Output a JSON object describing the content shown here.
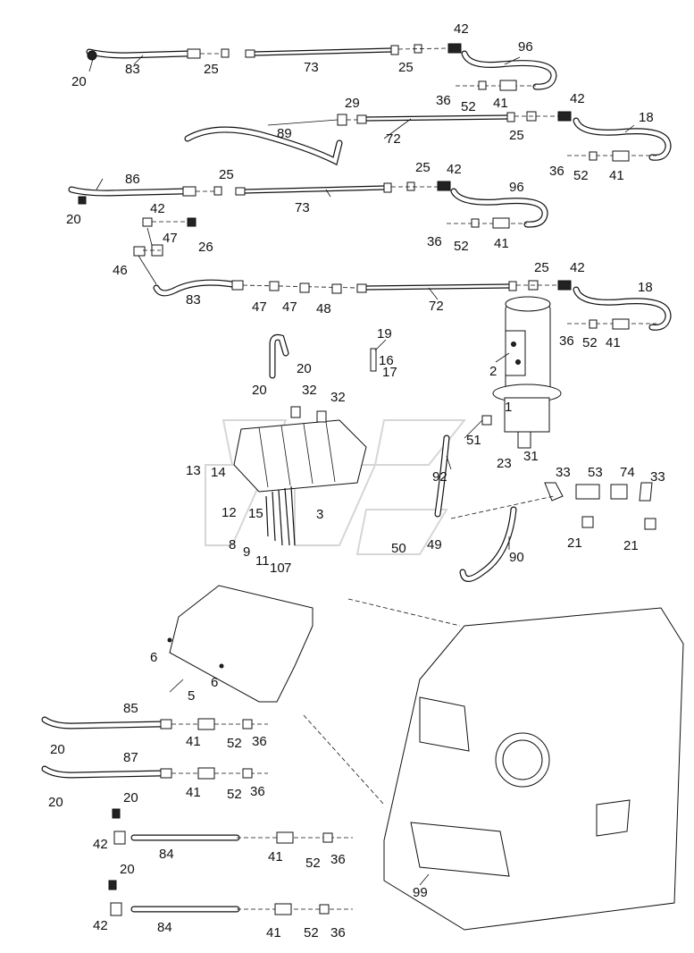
{
  "diagram": {
    "callouts": [
      {
        "id": "c1",
        "text": "42"
      },
      {
        "id": "c2",
        "text": "96"
      },
      {
        "id": "c3",
        "text": "20"
      },
      {
        "id": "c4",
        "text": "83"
      },
      {
        "id": "c5",
        "text": "25"
      },
      {
        "id": "c6",
        "text": "73"
      },
      {
        "id": "c7",
        "text": "25"
      },
      {
        "id": "c8",
        "text": "36"
      },
      {
        "id": "c9",
        "text": "52"
      },
      {
        "id": "c10",
        "text": "41"
      },
      {
        "id": "c11",
        "text": "29"
      },
      {
        "id": "c12",
        "text": "42"
      },
      {
        "id": "c13",
        "text": "18"
      },
      {
        "id": "c14",
        "text": "89"
      },
      {
        "id": "c15",
        "text": "72"
      },
      {
        "id": "c16",
        "text": "25"
      },
      {
        "id": "c17",
        "text": "36"
      },
      {
        "id": "c18",
        "text": "52"
      },
      {
        "id": "c19",
        "text": "41"
      },
      {
        "id": "c20",
        "text": "25"
      },
      {
        "id": "c21",
        "text": "42"
      },
      {
        "id": "c22",
        "text": "86"
      },
      {
        "id": "c23",
        "text": "25"
      },
      {
        "id": "c24",
        "text": "96"
      },
      {
        "id": "c25",
        "text": "20"
      },
      {
        "id": "c26",
        "text": "73"
      },
      {
        "id": "c27",
        "text": "42"
      },
      {
        "id": "c28",
        "text": "36"
      },
      {
        "id": "c29",
        "text": "52"
      },
      {
        "id": "c30",
        "text": "41"
      },
      {
        "id": "c31",
        "text": "47"
      },
      {
        "id": "c32",
        "text": "26"
      },
      {
        "id": "c33",
        "text": "46"
      },
      {
        "id": "c34",
        "text": "83"
      },
      {
        "id": "c35",
        "text": "25"
      },
      {
        "id": "c36",
        "text": "42"
      },
      {
        "id": "c37",
        "text": "18"
      },
      {
        "id": "c38",
        "text": "47"
      },
      {
        "id": "c39",
        "text": "47"
      },
      {
        "id": "c40",
        "text": "48"
      },
      {
        "id": "c41",
        "text": "72"
      },
      {
        "id": "c42",
        "text": "36"
      },
      {
        "id": "c43",
        "text": "52"
      },
      {
        "id": "c44",
        "text": "41"
      },
      {
        "id": "c45",
        "text": "19"
      },
      {
        "id": "c46",
        "text": "20"
      },
      {
        "id": "c47",
        "text": "20"
      },
      {
        "id": "c48",
        "text": "16"
      },
      {
        "id": "c49",
        "text": "17"
      },
      {
        "id": "c50",
        "text": "32"
      },
      {
        "id": "c51",
        "text": "32"
      },
      {
        "id": "c52",
        "text": "2"
      },
      {
        "id": "c53",
        "text": "1"
      },
      {
        "id": "c54",
        "text": "51"
      },
      {
        "id": "c55",
        "text": "13"
      },
      {
        "id": "c56",
        "text": "14"
      },
      {
        "id": "c57",
        "text": "92"
      },
      {
        "id": "c58",
        "text": "23"
      },
      {
        "id": "c59",
        "text": "31"
      },
      {
        "id": "c60",
        "text": "33"
      },
      {
        "id": "c61",
        "text": "53"
      },
      {
        "id": "c62",
        "text": "74"
      },
      {
        "id": "c63",
        "text": "33"
      },
      {
        "id": "c64",
        "text": "12"
      },
      {
        "id": "c65",
        "text": "15"
      },
      {
        "id": "c66",
        "text": "3"
      },
      {
        "id": "c67",
        "text": "8"
      },
      {
        "id": "c68",
        "text": "9"
      },
      {
        "id": "c69",
        "text": "11"
      },
      {
        "id": "c70",
        "text": "10"
      },
      {
        "id": "c71",
        "text": "7"
      },
      {
        "id": "c72",
        "text": "50"
      },
      {
        "id": "c73",
        "text": "49"
      },
      {
        "id": "c74",
        "text": "90"
      },
      {
        "id": "c75",
        "text": "21"
      },
      {
        "id": "c76",
        "text": "21"
      },
      {
        "id": "c77",
        "text": "6"
      },
      {
        "id": "c78",
        "text": "6"
      },
      {
        "id": "c79",
        "text": "5"
      },
      {
        "id": "c80",
        "text": "85"
      },
      {
        "id": "c81",
        "text": "20"
      },
      {
        "id": "c82",
        "text": "41"
      },
      {
        "id": "c83",
        "text": "52"
      },
      {
        "id": "c84",
        "text": "36"
      },
      {
        "id": "c85",
        "text": "87"
      },
      {
        "id": "c86",
        "text": "20"
      },
      {
        "id": "c87",
        "text": "41"
      },
      {
        "id": "c88",
        "text": "52"
      },
      {
        "id": "c89",
        "text": "36"
      },
      {
        "id": "c90",
        "text": "20"
      },
      {
        "id": "c91",
        "text": "42"
      },
      {
        "id": "c92",
        "text": "84"
      },
      {
        "id": "c93",
        "text": "41"
      },
      {
        "id": "c94",
        "text": "52"
      },
      {
        "id": "c95",
        "text": "36"
      },
      {
        "id": "c96",
        "text": "99"
      },
      {
        "id": "c97",
        "text": "20"
      },
      {
        "id": "c98",
        "text": "42"
      },
      {
        "id": "c99",
        "text": "84"
      },
      {
        "id": "c100",
        "text": "41"
      },
      {
        "id": "c101",
        "text": "52"
      },
      {
        "id": "c102",
        "text": "36"
      }
    ]
  }
}
